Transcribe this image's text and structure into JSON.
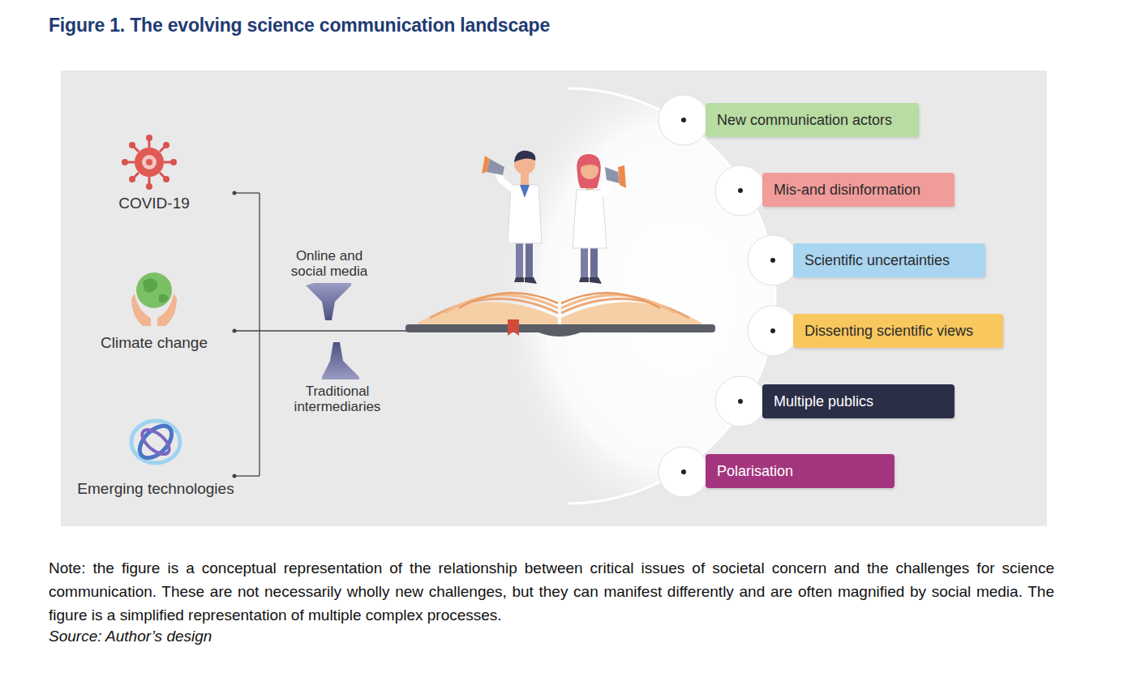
{
  "diagram": {
    "title": "Figure 1. The evolving science communication landscape",
    "caption": "Note: the figure is a conceptual representation of the relationship between critical issues of societal concern and the challenges for science communication. These are not necessarily wholly new challenges, but they can manifest differently and are often magnified by social media. The figure is a simplified representation of multiple complex processes.",
    "nodes": [
      {
        "text": [
          "New communication actors"
        ]
      },
      {
        "text": [
          "Mis-and disinformation"
        ]
      },
      {
        "text": [
          "Scientific uncertainties"
        ]
      },
      {
        "text": [
          "Dissenting scientific views"
        ]
      },
      {
        "text": [
          "Multiple publics"
        ]
      },
      {
        "text": [
          "Polarisation"
        ]
      }
    ],
    "labels": [
      "COVID-19",
      "Climate change",
      "Emerging technologies",
      "Online and social media",
      "Traditional intermediaries",
      "Source: Author’s design"
    ]
  }
}
